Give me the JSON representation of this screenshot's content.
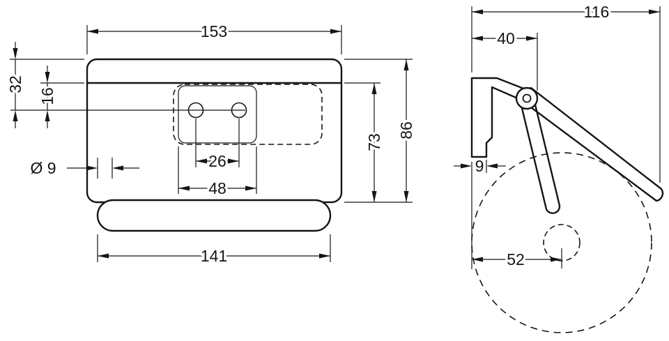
{
  "front_view": {
    "overall_width": "153",
    "overall_height": "86",
    "body_height": "73",
    "bar_width": "141",
    "hole_spacing": "26",
    "plate_window_width": "48",
    "hole_diameter": "Ø 9",
    "top_to_hole_axis": "32",
    "seam_to_hole_axis": "16"
  },
  "side_view": {
    "overall_depth": "116",
    "bracket_depth": "40",
    "lip_depth": "9",
    "wall_to_roll_center": "52"
  }
}
